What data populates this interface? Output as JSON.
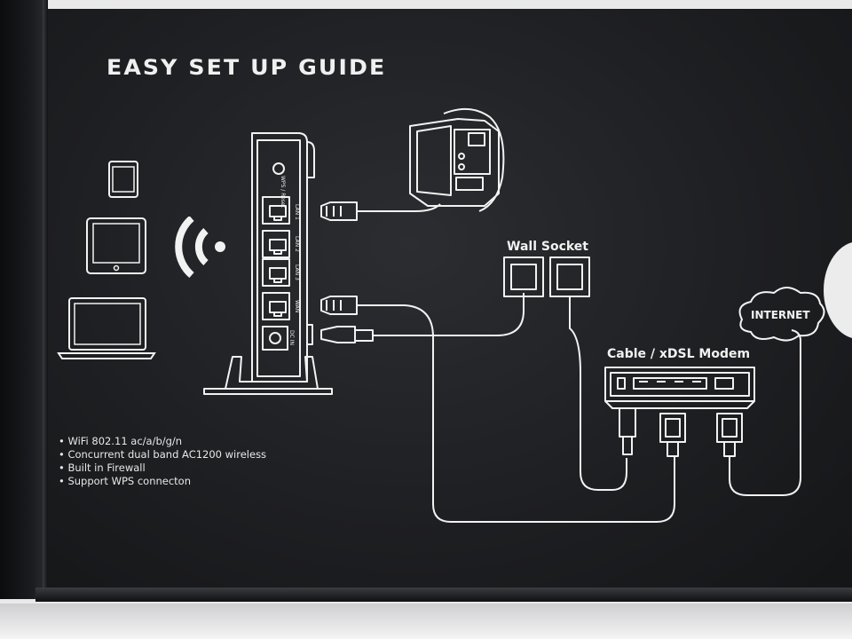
{
  "guide": {
    "title": "EASY SET UP GUIDE",
    "wall_socket_label": "Wall Socket",
    "modem_label": "Cable / xDSL Modem",
    "internet_label": "INTERNET",
    "router_port_labels": {
      "wps_reset": "WPS / Reset",
      "lan1": "LAN 1",
      "lan2": "LAN 2",
      "lan3": "LAN 3",
      "wan": "WAN",
      "dc_in": "DC IN"
    },
    "features": [
      "WiFi 802.11 ac/a/b/g/n",
      "Concurrent dual band AC1200 wireless",
      "Built in Firewall",
      "Support WPS connecton"
    ]
  },
  "colors": {
    "panel": "#1e1f22",
    "line_art": "#f2f2f2",
    "background": "#e9e9ea"
  }
}
